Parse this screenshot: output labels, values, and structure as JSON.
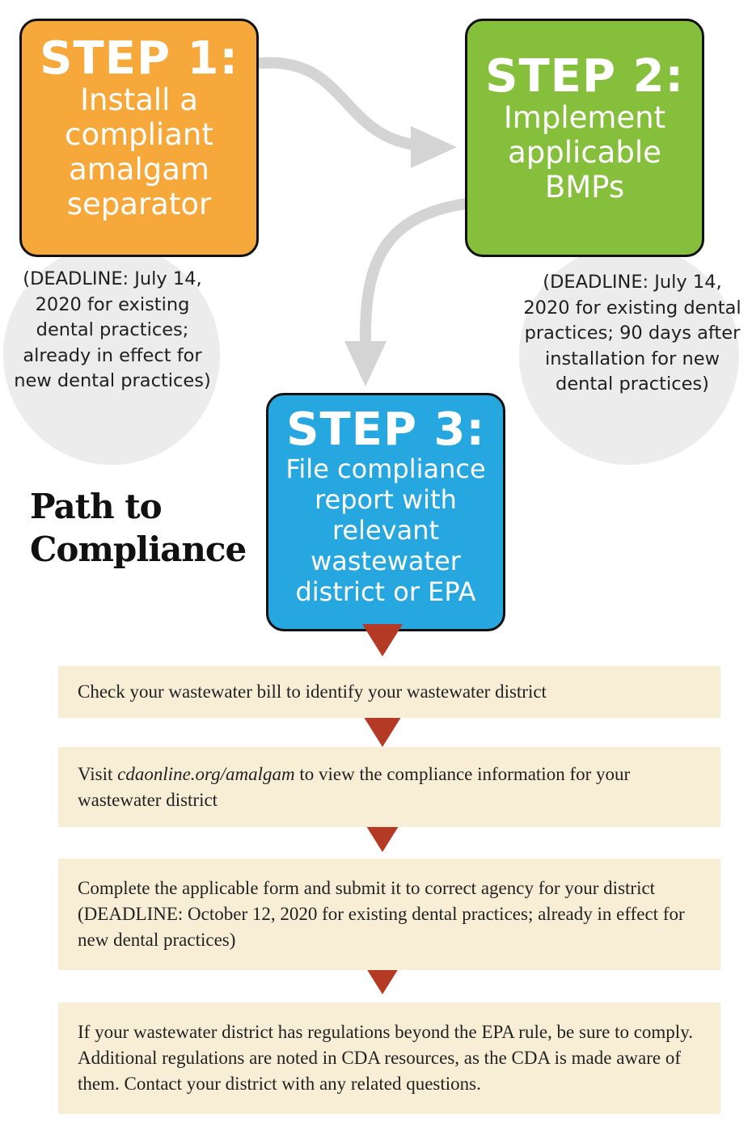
{
  "steps": [
    {
      "title": "STEP 1:",
      "body": "Install a compliant amalgam separator",
      "color": "#f7a83a",
      "deadline": "(DEADLINE: July 14, 2020 for existing dental practices; already in effect for new dental practices)"
    },
    {
      "title": "STEP 2:",
      "body": "Implement applicable BMPs",
      "color": "#86bf3c",
      "deadline": "(DEADLINE: July 14, 2020 for existing dental practices; 90 days after installation for new dental practices)"
    },
    {
      "title": "STEP 3:",
      "body": "File compliance report with relevant wastewater district or EPA",
      "color": "#27a7e0"
    }
  ],
  "path_title": "Path to Compliance",
  "actions": [
    {
      "text": "Check your wastewater bill to identify your wastewater district"
    },
    {
      "pre": "Visit ",
      "link": "cdaonline.org/amalgam",
      "post": " to view the compliance information for your wastewater district"
    },
    {
      "text": "Complete the applicable form and submit it to correct agency for your district (DEADLINE: October 12, 2020 for existing dental practices; already in effect for new dental practices)"
    },
    {
      "text": "If your wastewater district has regulations beyond the EPA rule, be sure to comply. Additional regulations are noted in CDA resources, as the CDA is made aware of them. Contact your district with any related questions."
    }
  ],
  "colors": {
    "arrow": "#d4d4d4",
    "triangle": "#b53a26",
    "action_bg": "#f8eed6",
    "circle_bg": "#ececec"
  }
}
